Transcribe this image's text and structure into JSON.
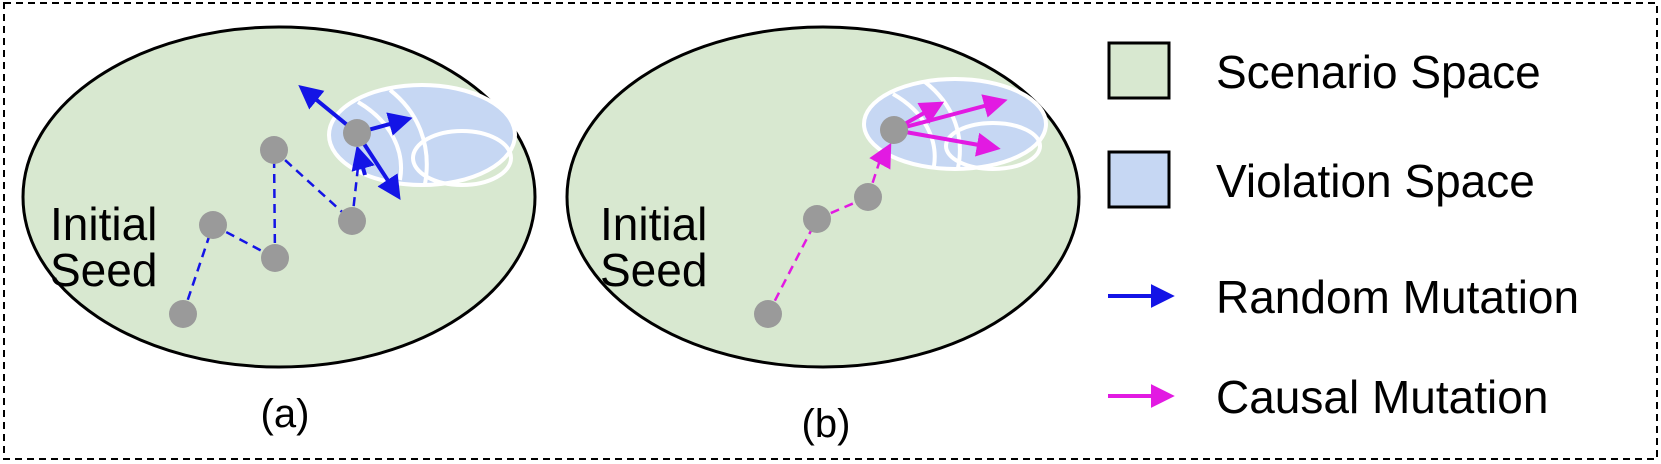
{
  "panels": {
    "a": {
      "caption": "(a)",
      "seed_label_line1": "Initial",
      "seed_label_line2": "Seed"
    },
    "b": {
      "caption": "(b)",
      "seed_label_line1": "Initial",
      "seed_label_line2": "Seed"
    }
  },
  "legend": {
    "items": [
      {
        "label": "Scenario Space",
        "icon": "green-square-icon"
      },
      {
        "label": "Violation Space",
        "icon": "blue-square-icon"
      },
      {
        "label": "Random Mutation",
        "icon": "blue-arrow-icon"
      },
      {
        "label": "Causal Mutation",
        "icon": "magenta-arrow-icon"
      }
    ]
  },
  "colors": {
    "scenario_fill": "#d8e8d0",
    "violation_fill": "#c6d7f3",
    "random": "#1414e6",
    "causal": "#e21ae2",
    "node": "#9a9a9a"
  }
}
